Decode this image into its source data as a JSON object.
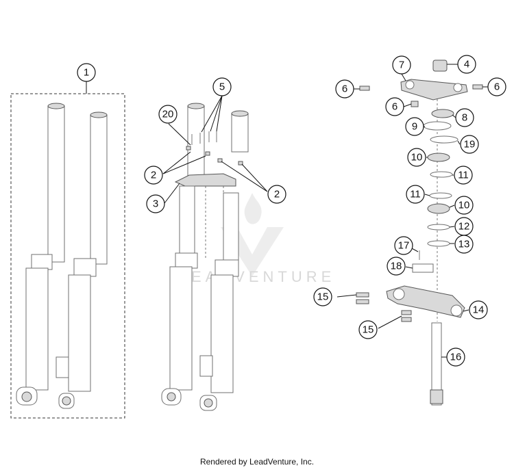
{
  "diagram": {
    "callouts": [
      {
        "id": "c1",
        "number": "1"
      },
      {
        "id": "c2a",
        "number": "2"
      },
      {
        "id": "c2b",
        "number": "2"
      },
      {
        "id": "c3",
        "number": "3"
      },
      {
        "id": "c4",
        "number": "4"
      },
      {
        "id": "c5",
        "number": "5"
      },
      {
        "id": "c6a",
        "number": "6"
      },
      {
        "id": "c6b",
        "number": "6"
      },
      {
        "id": "c6c",
        "number": "6"
      },
      {
        "id": "c7",
        "number": "7"
      },
      {
        "id": "c8",
        "number": "8"
      },
      {
        "id": "c9",
        "number": "9"
      },
      {
        "id": "c10a",
        "number": "10"
      },
      {
        "id": "c10b",
        "number": "10"
      },
      {
        "id": "c11a",
        "number": "11"
      },
      {
        "id": "c11b",
        "number": "11"
      },
      {
        "id": "c12",
        "number": "12"
      },
      {
        "id": "c13",
        "number": "13"
      },
      {
        "id": "c14",
        "number": "14"
      },
      {
        "id": "c15a",
        "number": "15"
      },
      {
        "id": "c15b",
        "number": "15"
      },
      {
        "id": "c16",
        "number": "16"
      },
      {
        "id": "c17",
        "number": "17"
      },
      {
        "id": "c18",
        "number": "18"
      },
      {
        "id": "c19",
        "number": "19"
      },
      {
        "id": "c20",
        "number": "20"
      }
    ],
    "watermark": "LEADVENTURE"
  },
  "footer": {
    "text": "Rendered by LeadVenture, Inc."
  }
}
